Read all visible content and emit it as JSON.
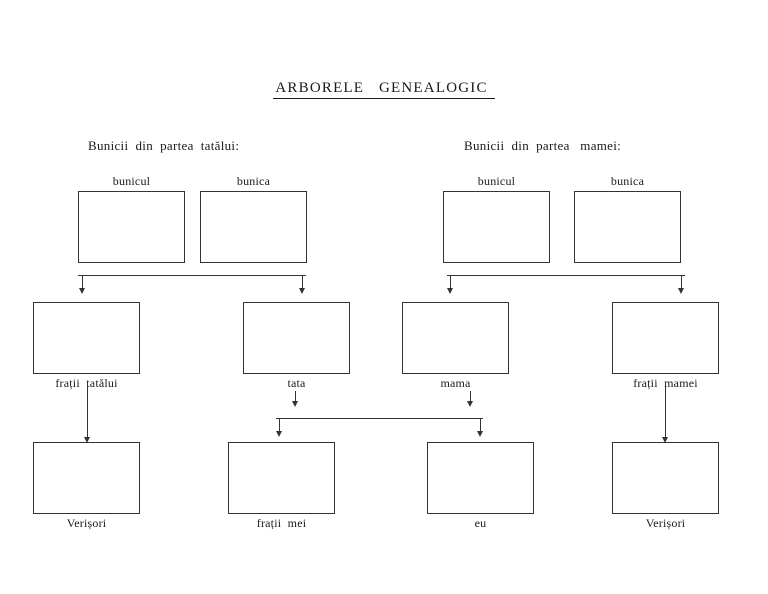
{
  "page": {
    "title": "ARBORELE   GENEALOGIC ",
    "language": "ro",
    "ink_color": "#333333"
  },
  "sections": [
    {
      "id": "paternal",
      "label": "Bunicii  din  partea  tatălui:"
    },
    {
      "id": "maternal",
      "label": "Bunicii  din  partea   mamei:"
    }
  ],
  "generations": {
    "grandparents": [
      {
        "id": "bunicul-patern",
        "caption": "bunicul",
        "caption_position": "above"
      },
      {
        "id": "bunica-paterna",
        "caption": "bunica",
        "caption_position": "above"
      },
      {
        "id": "bunicul-matern",
        "caption": "bunicul",
        "caption_position": "above"
      },
      {
        "id": "bunica-materna",
        "caption": "bunica",
        "caption_position": "above"
      }
    ],
    "parents": [
      {
        "id": "fratii-tatalui",
        "caption": "frații  tatălui",
        "caption_position": "below"
      },
      {
        "id": "tata",
        "caption": "tata",
        "caption_position": "below"
      },
      {
        "id": "mama",
        "caption": "mama",
        "caption_position": "below"
      },
      {
        "id": "fratii-mamei",
        "caption": "frații  mamei",
        "caption_position": "below"
      }
    ],
    "children": [
      {
        "id": "verisori-paterni",
        "caption": "Verișori",
        "caption_position": "below"
      },
      {
        "id": "fratii-mei",
        "caption": "frații  mei",
        "caption_position": "below"
      },
      {
        "id": "eu",
        "caption": "eu",
        "caption_position": "below"
      },
      {
        "id": "verisori-materni",
        "caption": "Verișori",
        "caption_position": "below"
      }
    ]
  }
}
